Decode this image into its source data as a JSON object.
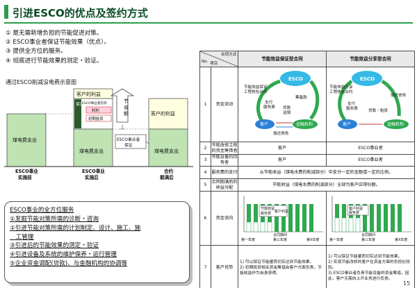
{
  "page": {
    "title": "引进ESCO的优点及签约方式",
    "page_number": "15"
  },
  "intro": [
    "① 是无需新增负担的节能促进对策。",
    "② ESCO事业者保证节能效果（优点）。",
    "③ 提供全方位的服务。",
    "④ 彻底进行节能效果的测定・验证。"
  ],
  "bar_diagram": {
    "title": "通过ESCO削减没电费示意图",
    "col1": {
      "label": "煤电费支出",
      "caption_1": "ESCO事业",
      "caption_2": "实施前"
    },
    "col2": {
      "top_label": "客户的利益",
      "mid_vertical": "节能效果",
      "mid_small_1": "ESCO事业者实际",
      "mid_small_2": "利利",
      "mid_small_3": "初期投资",
      "mid_small_left": "保证节能",
      "bottom_label": "煤电费支出",
      "caption_1": "ESCO事业",
      "caption_2": "实施后"
    },
    "arrow_label_1": "节",
    "arrow_label_2": "省",
    "arrow_label_3": "额",
    "guarantee_label_1": "ESCO事业者",
    "guarantee_label_2": "保证",
    "col3": {
      "top_label": "客户的利益",
      "bottom_label": "煤电费支出",
      "caption_1": "合约",
      "caption_2": "期满后"
    }
  },
  "services": {
    "title": "ESCO事业的全方位服务",
    "items": [
      "①发掘节能对策所需的诊断・咨询",
      "②引进节能对策所需的计划制定、设计、施工、施",
      "　工管理",
      "③引进后的节能效果的测定・验证",
      "④引进设备及系统的维护保养・运行管理",
      "⑤企业资金调配(贷款)、与金融机构的协调等"
    ]
  },
  "table": {
    "header": {
      "corner_top": "合同方式",
      "corner_no": "No.",
      "corner_item": "项目",
      "col_a": "节能效益保证型合同",
      "col_b": "节能效益分享型合同"
    },
    "rows": [
      {
        "no": "1",
        "item": "资金流动"
      },
      {
        "no": "2",
        "item": "节能改修工程的资金筹措者",
        "a": "客户",
        "b": "ESCO事业者"
      },
      {
        "no": "3",
        "item": "节能设备的持有者",
        "a": "客户",
        "b": "ESCO事业者"
      },
      {
        "no": "4",
        "item": "服务费的支付",
        "merged": "从节能收益（煤电水费的削减部分）中支付一定的金额或一定的比例。"
      },
      {
        "no": "5",
        "item": "合同期满后的收益分配",
        "merged": "节能收益（煤电水费的削减部分）全部为客户应得份额。"
      },
      {
        "no": "6",
        "item": "资金流向"
      },
      {
        "no": "7",
        "item": "客户优势",
        "a_notes": [
          "1) 可以保证节能量而切实达到节能效果。",
          "2) 初期投资相关资金筹措由客户方面负责，节能收益作为自身获得。"
        ],
        "b_notes": [
          "1) 可以保证节能量而切实达到节能效果。",
          "2) 实现节能改修的客户在资金方面的负担比较轻。",
          "3) ESCO事业者负责节能设备的资金筹措，因此，客户无需向上开业务进行负债。"
        ]
      }
    ],
    "flow_a": {
      "esco": "ESCO",
      "lbl_guarantee": "节能效益保证",
      "lbl_process": "工程核包合约",
      "lbl_fund": "筹备款",
      "lbl_service": "支付",
      "lbl_service2": "服务费",
      "lbl_loan": "贷款",
      "lbl_repay": "返偿",
      "customer": "客户",
      "bank": "金融机构",
      "lbl_pay": "偿还债务"
    },
    "flow_b": {
      "esco": "ESCO",
      "lbl_guarantee": "节能效益分享",
      "lbl_process": "工程核包合约",
      "lbl_debt": "偿还债务",
      "lbl_service": "支付",
      "lbl_service2": "服务费",
      "lbl_loan": "贷款・租赁",
      "customer": "客户",
      "bank": "金融机构"
    },
    "chart_a": {
      "legend_1": "节能收益",
      "legend_2": "服务费",
      "legend_3": "客户利益",
      "xlabel": "合同期间",
      "start": "第一年度",
      "mid": "第三年度",
      "end": "第X年度"
    },
    "chart_b": {
      "legend_1": "客户利益",
      "legend_2": "服务费",
      "xlabel": "合同期间",
      "start": "第一年度",
      "mid": "第三年度",
      "end": "第X年度"
    }
  },
  "colors": {
    "accent_green": "#2a9d4a",
    "bar_green": "#bfe3b3",
    "bar_dark": "#2d5a2c",
    "pale_yellow": "#ffffe0",
    "cyan": "#35b9e6",
    "customer_blue": "#2c7fd6",
    "bank_green": "#2fa84f"
  }
}
